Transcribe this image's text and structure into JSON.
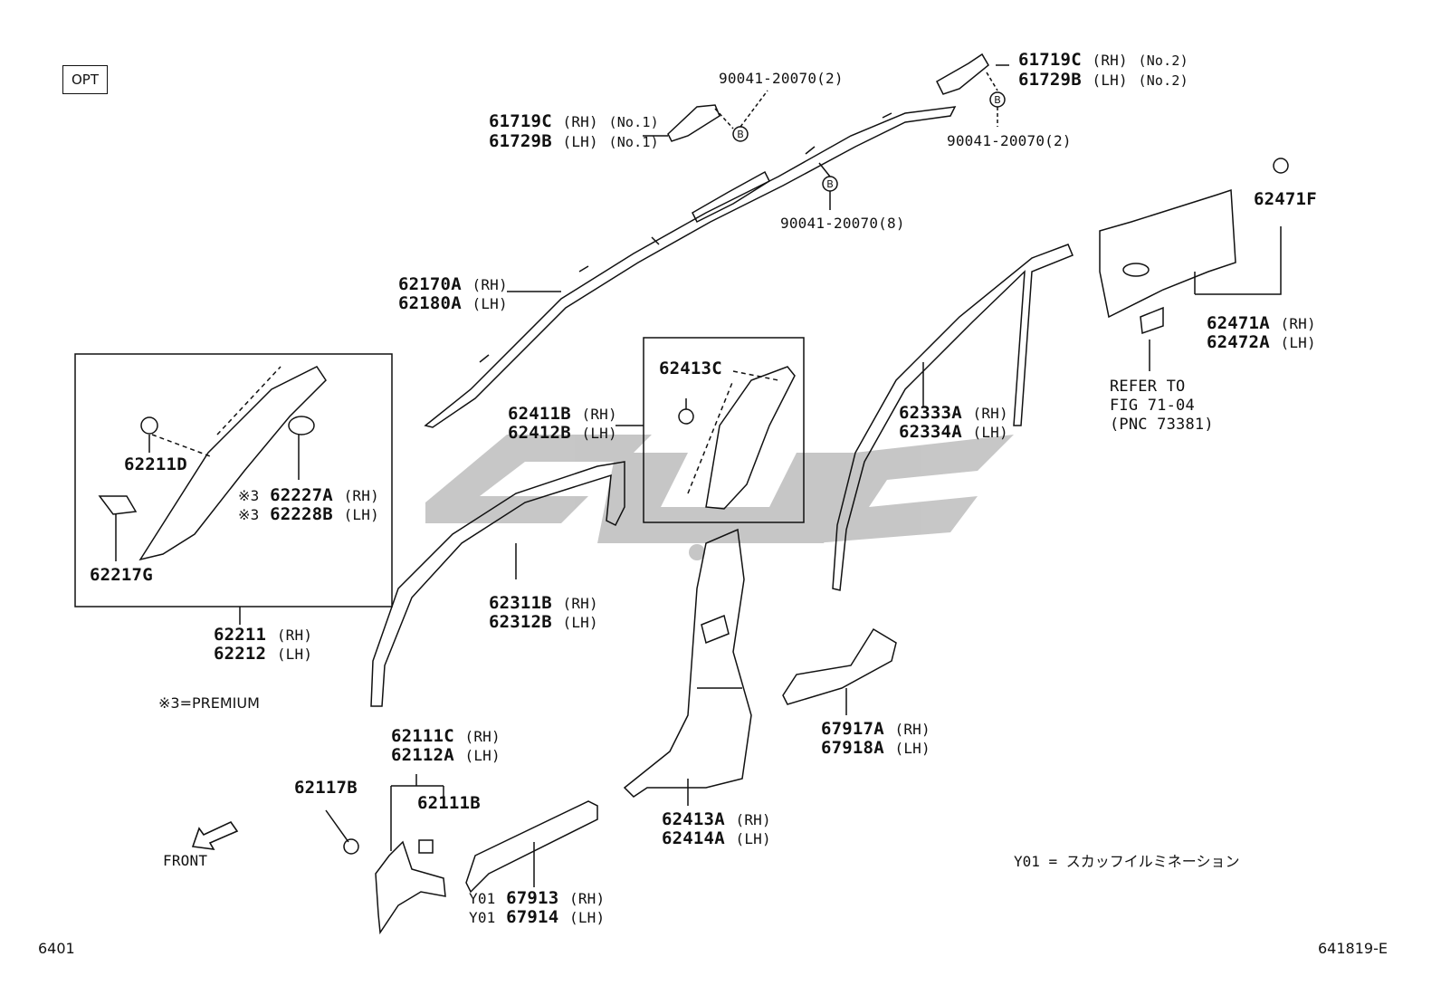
{
  "opt_label": "OPT",
  "parts": {
    "p61719c_no2": {
      "a": "61719C",
      "a_tag": "(RH)",
      "a_note": "(No.2)",
      "b": "61729B",
      "b_tag": "(LH)",
      "b_note": "(No.2)"
    },
    "p90041_top": "90041-20070(2)",
    "p61719c_no1": {
      "a": "61719C",
      "a_tag": "(RH)",
      "a_note": "(No.1)",
      "b": "61729B",
      "b_tag": "(LH)",
      "b_note": "(No.1)"
    },
    "p90041_right": "90041-20070(2)",
    "p90041_mid": "90041-20070(8)",
    "p62471f": "62471F",
    "p62170a": {
      "a": "62170A",
      "a_tag": "(RH)",
      "b": "62180A",
      "b_tag": "(LH)"
    },
    "p62413c": "62413C",
    "p62411b": {
      "a": "62411B",
      "a_tag": "(RH)",
      "b": "62412B",
      "b_tag": "(LH)"
    },
    "p62333a": {
      "a": "62333A",
      "a_tag": "(RH)",
      "b": "62334A",
      "b_tag": "(LH)"
    },
    "p62471a": {
      "a": "62471A",
      "a_tag": "(RH)",
      "b": "62472A",
      "b_tag": "(LH)"
    },
    "refer": {
      "l1": "REFER TO",
      "l2": "FIG 71-04",
      "l3": "(PNC 73381)"
    },
    "p62211d": "62211D",
    "p62227a": {
      "mark": "※3",
      "a": "62227A",
      "a_tag": "(RH)",
      "mark2": "※3",
      "b": "62228B",
      "b_tag": "(LH)"
    },
    "p62217g": "62217G",
    "p62211": {
      "a": "62211",
      "a_tag": "(RH)",
      "b": "62212",
      "b_tag": "(LH)"
    },
    "premium_note": "※3=PREMIUM",
    "p62311b": {
      "a": "62311B",
      "a_tag": "(RH)",
      "b": "62312B",
      "b_tag": "(LH)"
    },
    "p67917a": {
      "a": "67917A",
      "a_tag": "(RH)",
      "b": "67918A",
      "b_tag": "(LH)"
    },
    "p62111c": {
      "a": "62111C",
      "a_tag": "(RH)",
      "b": "62112A",
      "b_tag": "(LH)"
    },
    "p62117b": "62117B",
    "p62111b": "62111B",
    "p62413a": {
      "a": "62413A",
      "a_tag": "(RH)",
      "b": "62414A",
      "b_tag": "(LH)"
    },
    "p67913": {
      "pre": "Y01",
      "a": "67913",
      "a_tag": "(RH)",
      "pre2": "Y01",
      "b": "67914",
      "b_tag": "(LH)"
    },
    "front_label": "FRONT",
    "y01_note": "Y01 = スカッフイルミネーション",
    "page_code": "6401",
    "figure_code": "641819-E",
    "callout_letter": "B"
  }
}
